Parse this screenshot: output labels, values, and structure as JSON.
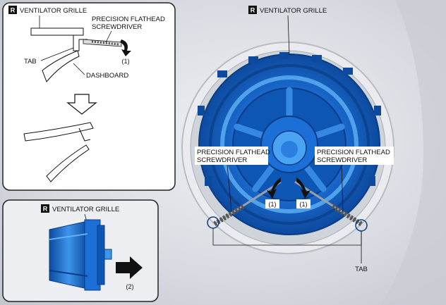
{
  "main_view": {
    "tag": "R",
    "title": "VENTILATOR GRILLE",
    "left_tool_label_1": "PRECISION FLATHEAD",
    "left_tool_label_2": "SCREWDRIVER",
    "right_tool_label_1": "PRECISION FLATHEAD",
    "right_tool_label_2": "SCREWDRIVER",
    "step_left": "(1)",
    "step_right": "(1)",
    "tab_label": "TAB"
  },
  "inset_top": {
    "tag": "R",
    "title": "VENTILATOR GRILLE",
    "tool_label_1": "PRECISION FLATHEAD",
    "tool_label_2": "SCREWDRIVER",
    "step": "(1)",
    "tab_label": "TAB",
    "dashboard_label": "DASHBOARD"
  },
  "inset_bottom": {
    "tag": "R",
    "title": "VENTILATOR GRILLE",
    "step": "(2)"
  },
  "colors": {
    "part_blue": "#1c6fd6",
    "part_dark_blue": "#0e4fa6",
    "panel_gray": "#d9dbe0",
    "inset_border": "#222222"
  }
}
